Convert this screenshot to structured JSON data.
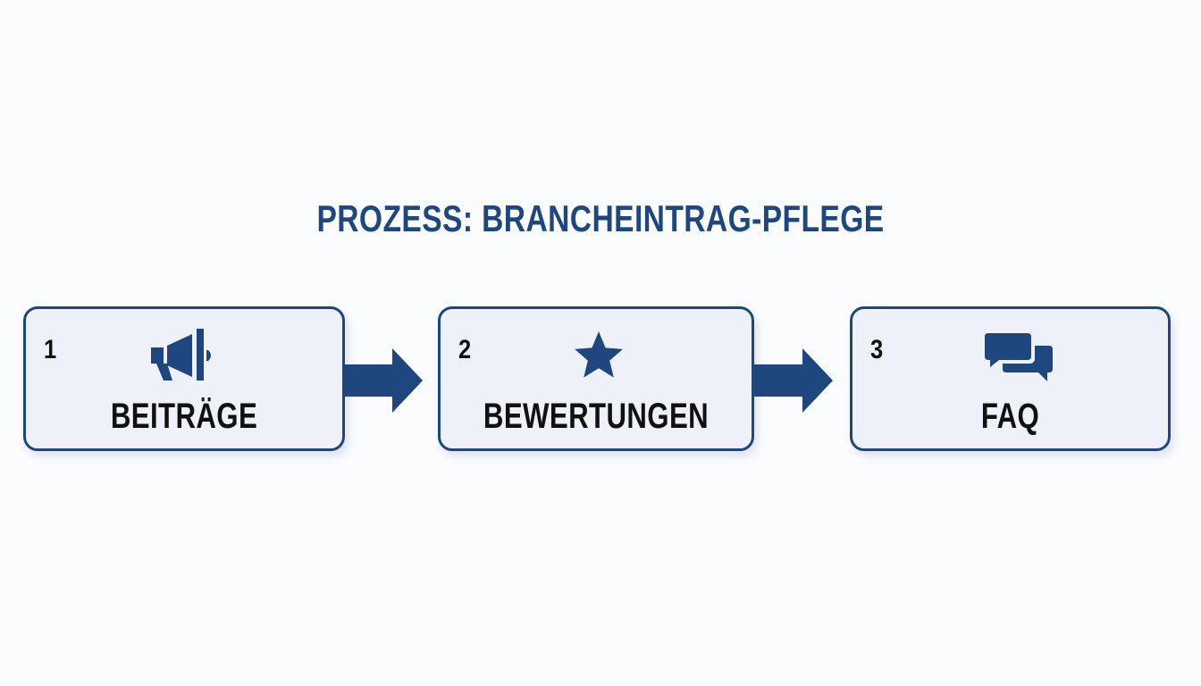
{
  "title": "PROZESS: BRANCHEINTRAG-PFLEGE",
  "colors": {
    "accent": "#1f477f",
    "box_fill": "#eef1f8",
    "text": "#111111",
    "background": "#fbfcfe"
  },
  "steps": [
    {
      "number": "1",
      "label": "BEITRÄGE",
      "icon": "megaphone-icon"
    },
    {
      "number": "2",
      "label": "BEWERTUNGEN",
      "icon": "star-icon"
    },
    {
      "number": "3",
      "label": "FAQ",
      "icon": "chat-bubbles-icon"
    }
  ]
}
